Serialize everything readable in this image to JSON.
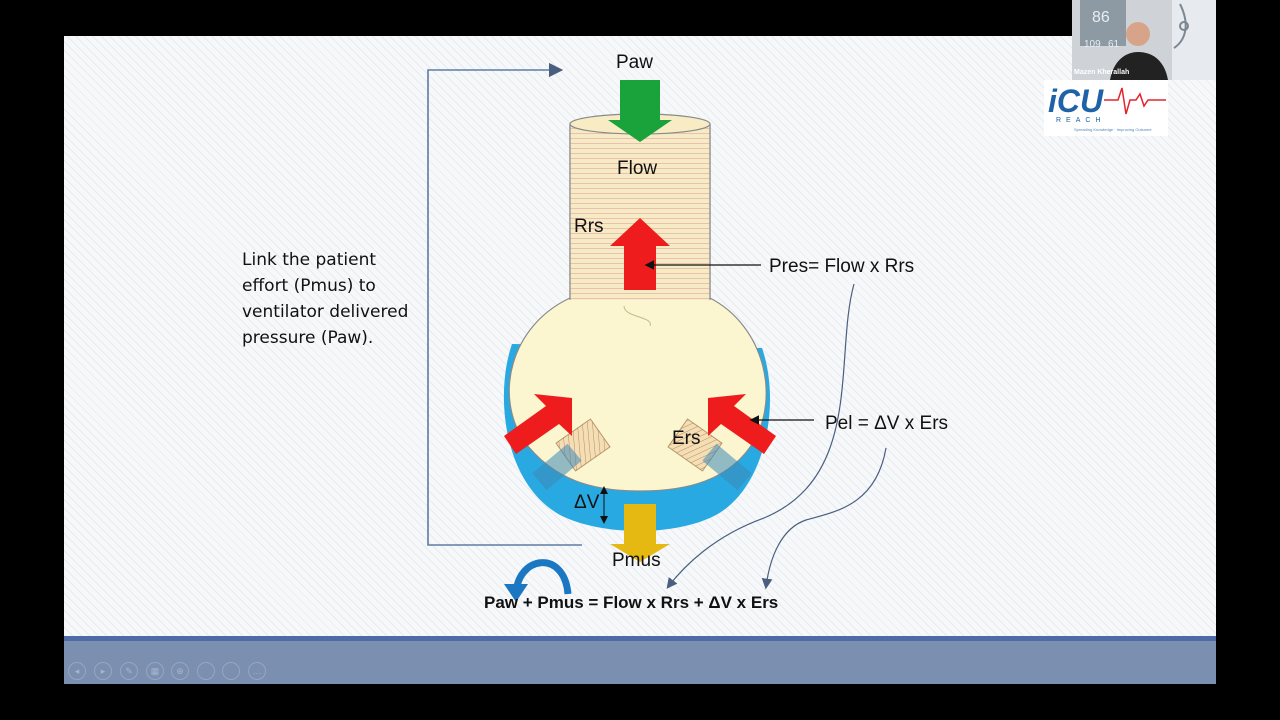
{
  "slide": {
    "instruction_lines": [
      "Link the patient",
      "effort (Pmus) to",
      "ventilator delivered",
      "pressure (Paw)."
    ],
    "labels": {
      "paw": "Paw",
      "flow": "Flow",
      "rrs": "Rrs",
      "ers": "Ers",
      "delta_v": "ΔV",
      "pmus": "Pmus",
      "pres_eq": "Pres= Flow x Rrs",
      "pel_eq": "Pel = ΔV x Ers"
    },
    "equation": "Paw + Pmus = Flow x Rrs + ΔV x Ers"
  },
  "video": {
    "participant_name": "Mazen Kherallah",
    "monitor_readouts": [
      "86",
      "109",
      "61"
    ]
  },
  "logo": {
    "wordmark": "iCU",
    "subword": "REACH",
    "tagline": "Spreading Knowledge · Improving Outcome"
  },
  "colors": {
    "slide_bg": "#f6f8fa",
    "flask_fill": "#fbf6cf",
    "tube_fill": "#f5e8c0",
    "muscle_blue": "#29a9e1",
    "arrow_red": "#ee1c1c",
    "arrow_green": "#1aa23b",
    "arrow_yellow": "#e6b812",
    "connector_blue": "#5e7ca3",
    "toolbar": "#7b8fb0"
  },
  "toolbar_icons": [
    "previous-icon",
    "next-icon",
    "pen-icon",
    "slides-icon",
    "zoom-icon",
    "blank-1-icon",
    "blank-2-icon",
    "more-icon"
  ]
}
